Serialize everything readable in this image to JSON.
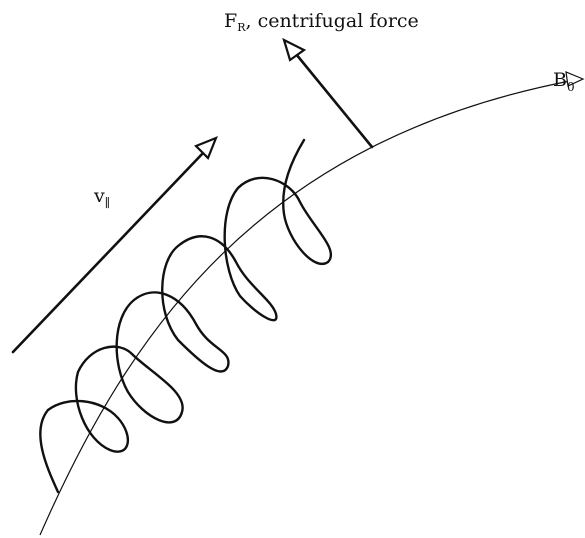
{
  "labels": {
    "centrifugal_force_main": "F",
    "centrifugal_force_sub": "R",
    "centrifugal_force_rest": ", centrifugal force",
    "field_main": "B",
    "field_sub": "0",
    "parallel_velocity_main": "v",
    "parallel_velocity_sub": "∥"
  },
  "colors": {
    "line": "#111111",
    "background": "#ffffff"
  }
}
